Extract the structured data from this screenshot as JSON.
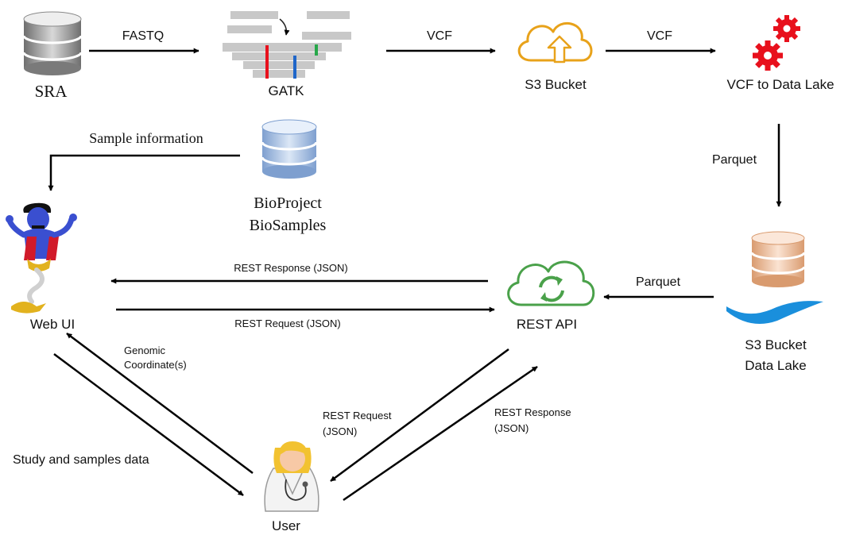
{
  "nodes": {
    "sra": "SRA",
    "gatk": "GATK",
    "s3_bucket": "S3 Bucket",
    "vcf_to_lake": "VCF to Data Lake",
    "bioproject_line1": "BioProject",
    "bioproject_line2": "BioSamples",
    "web_ui": "Web UI",
    "rest_api": "REST API",
    "s3_lake_line1": "S3 Bucket",
    "s3_lake_line2": "Data Lake",
    "user": "User"
  },
  "edges": {
    "fastq": "FASTQ",
    "vcf_1": "VCF",
    "vcf_2": "VCF",
    "parquet_down": "Parquet",
    "parquet_left": "Parquet",
    "sample_info": "Sample information",
    "rest_response_top": "REST Response (JSON)",
    "rest_request_top": "REST Request (JSON)",
    "genomic_line1": "Genomic",
    "genomic_line2": "Coordinate(s)",
    "study_samples": "Study and samples data",
    "rest_request_bottom_1": "REST Request",
    "rest_request_bottom_2": "(JSON)",
    "rest_response_bottom_1": "REST Response",
    "rest_response_bottom_2": "(JSON)"
  },
  "colors": {
    "db_gray": "#9a9a9a",
    "db_blue": "#9db9de",
    "db_peach": "#eec0a0",
    "cloud_orange": "#e8a21a",
    "cloud_green": "#4aa14a",
    "gear_red": "#e8101c",
    "wave_blue": "#1a8fdc",
    "genie_blue": "#3a4fd0",
    "lamp_gold": "#e2b21e"
  },
  "icons": {
    "sra": "database-icon",
    "gatk": "alignment-icon",
    "s3_bucket": "cloud-upload-icon",
    "vcf_to_lake": "gears-icon",
    "bioproject": "database-icon",
    "web_ui": "genie-icon",
    "rest_api": "cloud-sync-icon",
    "s3_lake": "database-wave-icon",
    "user": "doctor-icon"
  }
}
